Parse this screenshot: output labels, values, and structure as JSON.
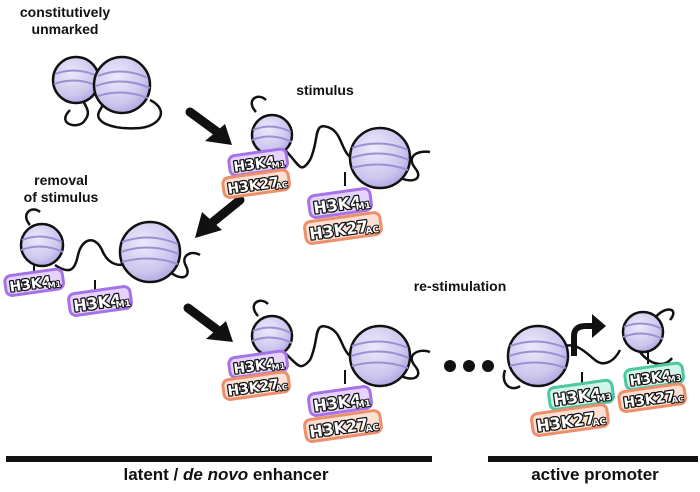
{
  "labels": {
    "constitutively_line1": "constitutively",
    "constitutively_line2": "unmarked",
    "stimulus": "stimulus",
    "removal_line1": "removal",
    "removal_line2": "of stimulus",
    "restimulation": "re-stimulation"
  },
  "footer": {
    "latent_prefix": "latent / ",
    "latent_italic": "de novo",
    "latent_suffix": " enhancer",
    "promoter": "active promoter"
  },
  "marks": {
    "h3k4me1": "H3K4",
    "h3k4me1_sub": "M1",
    "h3k4me3": "H3K4",
    "h3k4me3_sub": "M3",
    "h3k27ac": "H3K27",
    "h3k27ac_sub": "AC"
  },
  "colors": {
    "nucleosome_fill": "#cdc6ee",
    "nucleosome_band": "#9b90d2",
    "me1_glow": "#a673e6",
    "me3_glow": "#4cc7a2",
    "ac_glow": "#ee8f6c",
    "outline": "#111111"
  }
}
